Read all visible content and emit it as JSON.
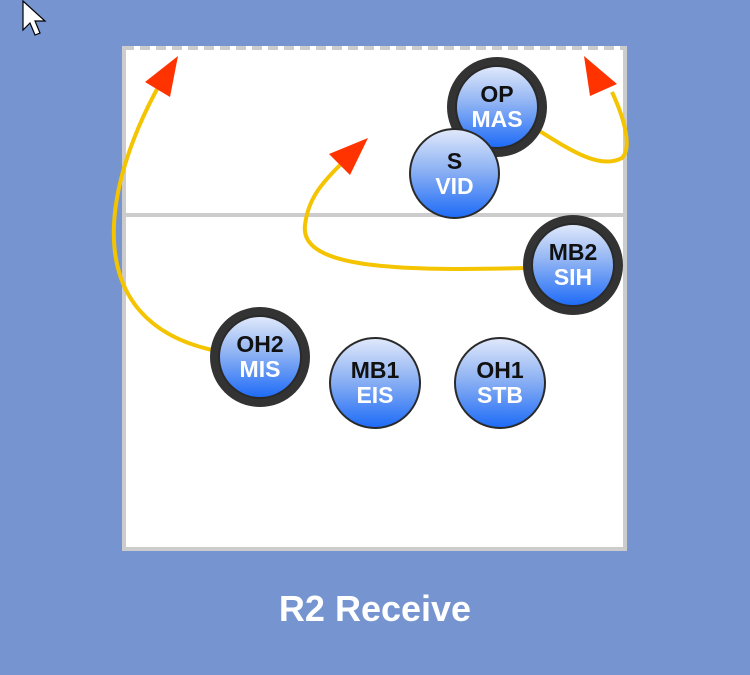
{
  "title": "R2 Receive",
  "colors": {
    "background": "#7594d0",
    "court": "#ffffff",
    "court_line": "#cccccc",
    "path": "#f5c400",
    "arrow": "#ff3300",
    "player_ring_active": "#333333"
  },
  "icons": {
    "cursor": "mouse-pointer-icon"
  },
  "players": [
    {
      "id": "op",
      "position": "OP",
      "name": "MAS",
      "moving": true
    },
    {
      "id": "s",
      "position": "S",
      "name": "VID",
      "moving": false
    },
    {
      "id": "mb2",
      "position": "MB2",
      "name": "SIH",
      "moving": true
    },
    {
      "id": "oh2",
      "position": "OH2",
      "name": "MIS",
      "moving": true
    },
    {
      "id": "mb1",
      "position": "MB1",
      "name": "EIS",
      "moving": false
    },
    {
      "id": "oh1",
      "position": "OH1",
      "name": "STB",
      "moving": false
    }
  ]
}
